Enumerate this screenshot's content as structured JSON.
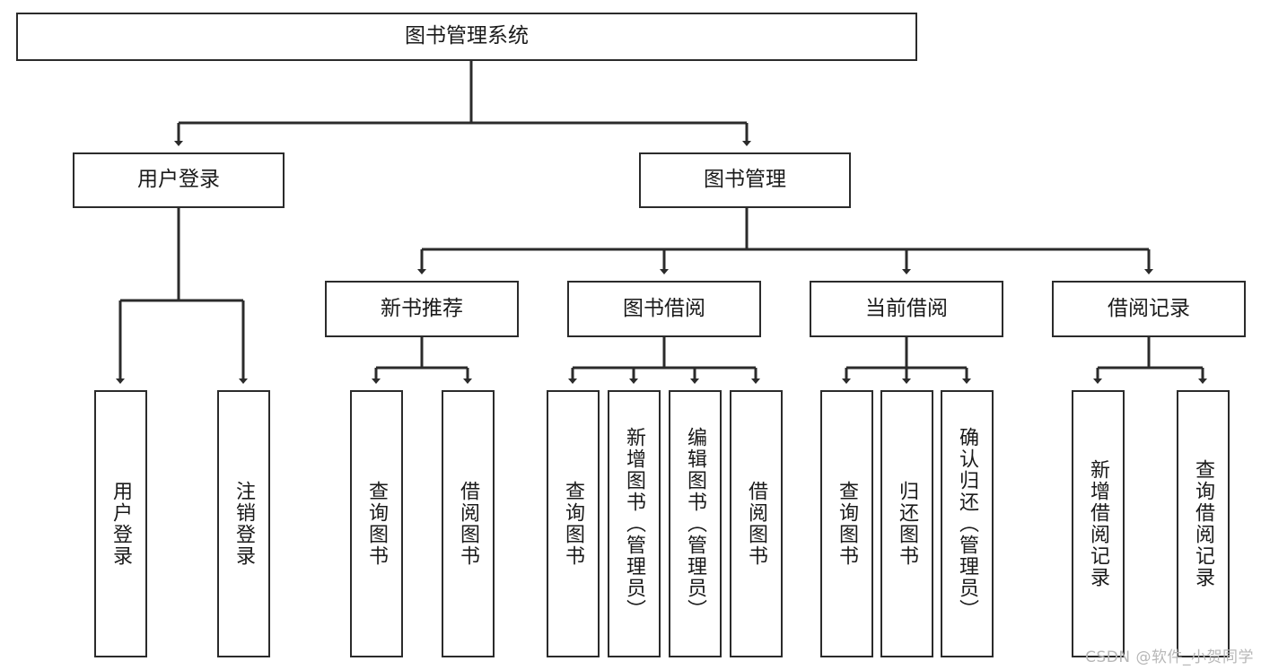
{
  "diagram": {
    "type": "tree-hierarchy-chart",
    "title": "图书管理系统",
    "line_color": "#2b2b2b",
    "box_fill": "#ffffff",
    "text_color": "#1a1a1a",
    "nodes": {
      "root": {
        "label": "图书管理系统"
      },
      "level2": [
        {
          "label": "用户登录"
        },
        {
          "label": "图书管理"
        }
      ],
      "level3": [
        {
          "label": "新书推荐"
        },
        {
          "label": "图书借阅"
        },
        {
          "label": "当前借阅"
        },
        {
          "label": "借阅记录"
        }
      ],
      "leaves": {
        "user_login": [
          {
            "label": "用户登录"
          },
          {
            "label": "注销登录"
          }
        ],
        "new_book_recommend": [
          {
            "label": "查询图书"
          },
          {
            "label": "借阅图书"
          }
        ],
        "book_borrow": [
          {
            "label": "查询图书"
          },
          {
            "label": "新增图书（管理员）"
          },
          {
            "label": "编辑图书（管理员）"
          },
          {
            "label": "借阅图书"
          }
        ],
        "current_borrow": [
          {
            "label": "查询图书"
          },
          {
            "label": "归还图书"
          },
          {
            "label": "确认归还（管理员）"
          }
        ],
        "borrow_record": [
          {
            "label": "新增借阅记录"
          },
          {
            "label": "查询借阅记录"
          }
        ]
      }
    }
  },
  "watermark": {
    "text": "CSDN @软件_小贺同学"
  }
}
